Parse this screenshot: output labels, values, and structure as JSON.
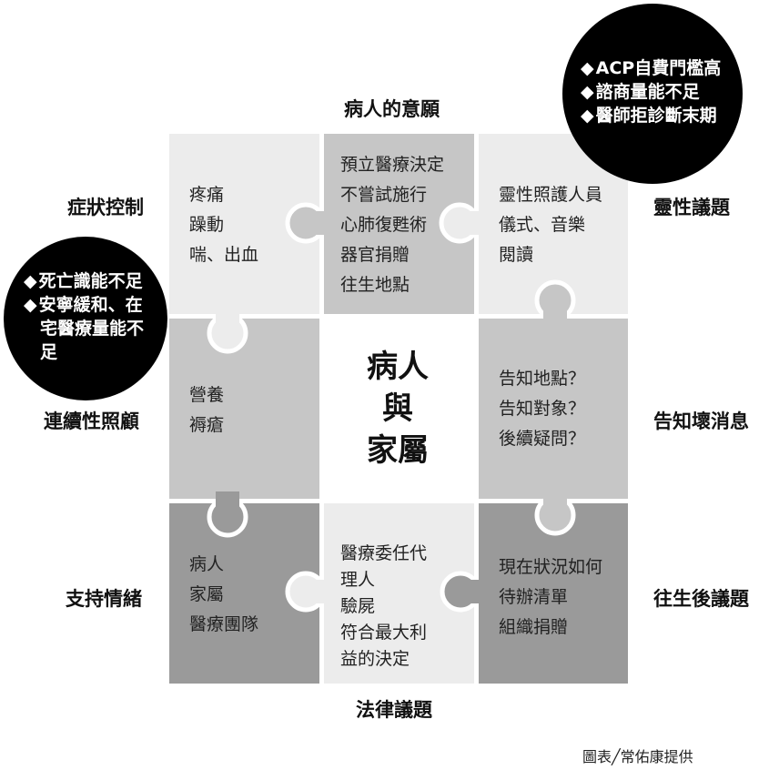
{
  "center": [
    "病人",
    "與",
    "家屬"
  ],
  "labels": {
    "top": "病人的意願",
    "bottom": "法律議題",
    "left_top": "症狀控制",
    "left_mid": "連續性照顧",
    "left_bottom": "支持情緒",
    "right_top": "靈性議題",
    "right_mid": "告知壞消息",
    "right_bottom": "往生後議題"
  },
  "cells": {
    "top_left": [
      "疼痛",
      "躁動",
      "喘、出血"
    ],
    "top_mid": [
      "預立醫療決定",
      "不嘗試施行",
      "心肺復甦術",
      "器官捐贈",
      "往生地點"
    ],
    "top_right": [
      "靈性照護人員",
      "儀式、音樂",
      "閱讀"
    ],
    "mid_left": [
      "營養",
      "褥瘡"
    ],
    "mid_right": [
      "告知地點？",
      "告知對象？",
      "後續疑問？"
    ],
    "bottom_left": [
      "病人",
      "家屬",
      "醫療團隊"
    ],
    "bottom_mid": [
      "醫療委任代",
      "理人",
      "驗屍",
      "符合最大利",
      "益的決定"
    ],
    "bottom_right": [
      "現在狀況如何",
      "待辦清單",
      "組織捐贈"
    ]
  },
  "circle_top_right": {
    "bullet": "◆",
    "items": [
      "ACP自費門檻高",
      "諮商量能不足",
      "醫師拒診斷末期"
    ]
  },
  "circle_left": {
    "bullet": "◆",
    "lines": [
      {
        "bullet": "◆",
        "text": "死亡識能不足"
      },
      {
        "bullet": "◆",
        "text": "安寧緩和、在"
      },
      {
        "bullet": "",
        "text": "宅醫療量能不"
      },
      {
        "bullet": "",
        "text": "足"
      }
    ]
  },
  "credit": "圖表╱常佑康提供",
  "colors": {
    "light": "#ececec",
    "mid": "#c6c6c6",
    "dark": "#9a9a9a",
    "center": "#ffffff",
    "circle": "#000000"
  }
}
